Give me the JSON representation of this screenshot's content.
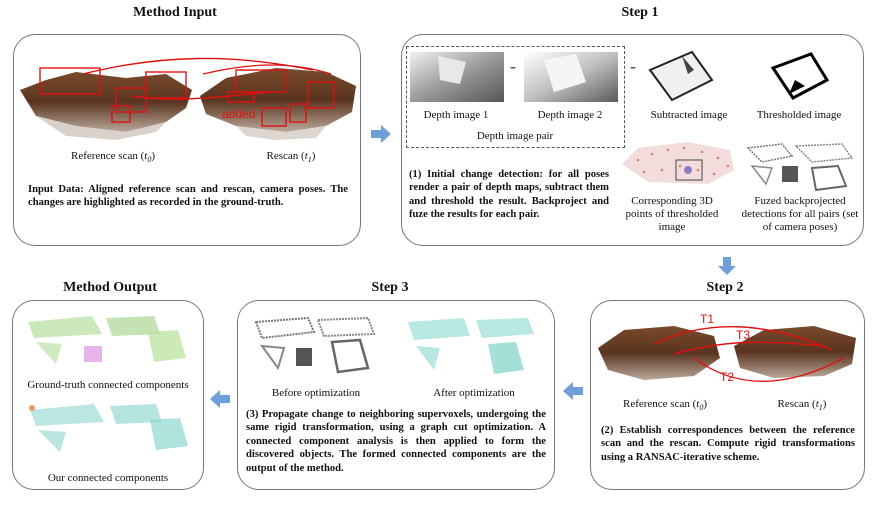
{
  "method_input": {
    "title": "Method Input",
    "reference_label": "Reference scan (",
    "reference_sub": "t",
    "reference_idx": "0",
    "rescan_label": "Rescan (",
    "rescan_sub": "t",
    "rescan_idx": "1",
    "added_label": "added",
    "description": "Input Data: Aligned reference scan and rescan, camera poses. The changes are highlighted as recorded in the ground-truth."
  },
  "step1": {
    "title": "Step 1",
    "depth1": "Depth image 1",
    "depth2": "Depth image 2",
    "pair_label": "Depth image pair",
    "subtracted": "Subtracted image",
    "thresholded": "Thresholded image",
    "corresponding": "Corresponding 3D points of thresholded image",
    "fuzed": "Fuzed backprojected detections for all pairs (set of camera poses)",
    "minus": "-",
    "description": "(1) Initial change detection: for all poses render a pair of depth maps, subtract them and threshold the result. Backproject and fuze the results for each pair."
  },
  "step2": {
    "title": "Step 2",
    "t1": "T1",
    "t2": "T2",
    "t3": "T3",
    "reference_label": "Reference scan (",
    "reference_sub": "t",
    "reference_idx": "0",
    "rescan_label": "Rescan (",
    "rescan_sub": "t",
    "rescan_idx": "1",
    "description": "(2) Establish correspondences between the reference scan and the rescan. Compute rigid transformations using a RANSAC-iterative scheme."
  },
  "step3": {
    "title": "Step 3",
    "before": "Before optimization",
    "after": "After optimization",
    "description": "(3) Propagate change to neighboring supervoxels, undergoing the same rigid transformation, using a graph cut optimization. A connected component analysis is then applied to form the discovered objects. The formed connected components are the output of the method."
  },
  "method_output": {
    "title": "Method Output",
    "ground_truth": "Ground-truth connected components",
    "ours": "Our connected components"
  },
  "colors": {
    "arrow": "#6f9fd8",
    "annotation": "#e01010",
    "panel_border": "#777777"
  }
}
